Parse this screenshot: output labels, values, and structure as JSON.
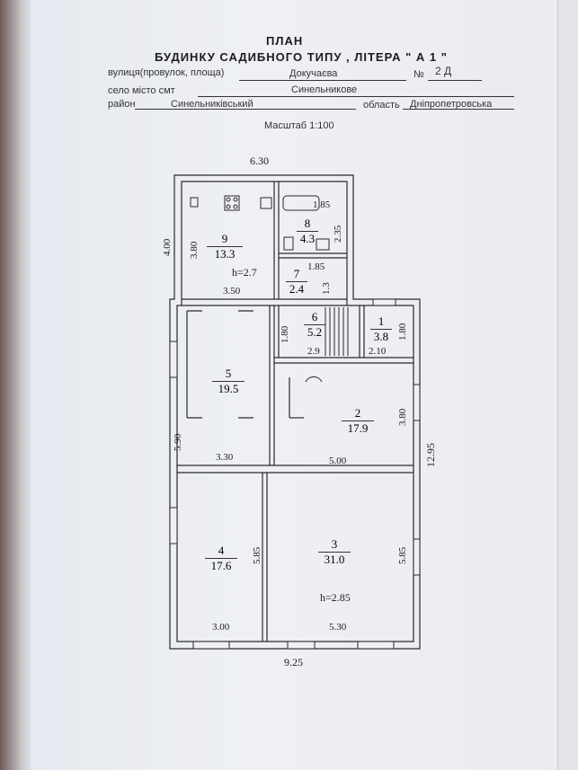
{
  "header": {
    "title": "ПЛАН",
    "subtitle": "БУДИНКУ САДИБНОГО ТИПУ , ЛІТЕРА  \"   А 1   \"",
    "street_label": "вулиця(провулок, площа)",
    "street_value": "Докучаєва",
    "number_label": "№",
    "number_value": "2 Д",
    "settlement_label": "село місто смт",
    "settlement_value": "Синельникове",
    "district_label": "район",
    "district_value": "Синельниківський",
    "region_label": "область",
    "region_value": "Дніпропетровська",
    "scale": "Масштаб 1:100"
  },
  "plan": {
    "overall_width_top": "6.30",
    "overall_width_bottom": "9.25",
    "overall_height": "12.95",
    "rooms": [
      {
        "id": "9",
        "area": "13.3",
        "height": "h=2.7"
      },
      {
        "id": "8",
        "area": "4.3"
      },
      {
        "id": "7",
        "area": "2.4"
      },
      {
        "id": "6",
        "area": "5.2"
      },
      {
        "id": "1",
        "area": "3.8"
      },
      {
        "id": "5",
        "area": "19.5"
      },
      {
        "id": "2",
        "area": "17.9"
      },
      {
        "id": "4",
        "area": "17.6"
      },
      {
        "id": "3",
        "area": "31.0",
        "height": "h=2.85"
      }
    ],
    "dimensions": {
      "d_400": "4.00",
      "d_380a": "3.80",
      "d_350": "3.50",
      "d_185a": "1.85",
      "d_235": "2.35",
      "d_185b": "1.85",
      "d_13": "1.3",
      "d_180a": "1.80",
      "d_29": "2.9",
      "d_210": "2.10",
      "d_180b": "1.80",
      "d_590": "5.90",
      "d_330": "3.30",
      "d_500": "5.00",
      "d_380b": "3.80",
      "d_585a": "5.85",
      "d_585b": "5.85",
      "d_300": "3.00",
      "d_530": "5.30"
    }
  }
}
